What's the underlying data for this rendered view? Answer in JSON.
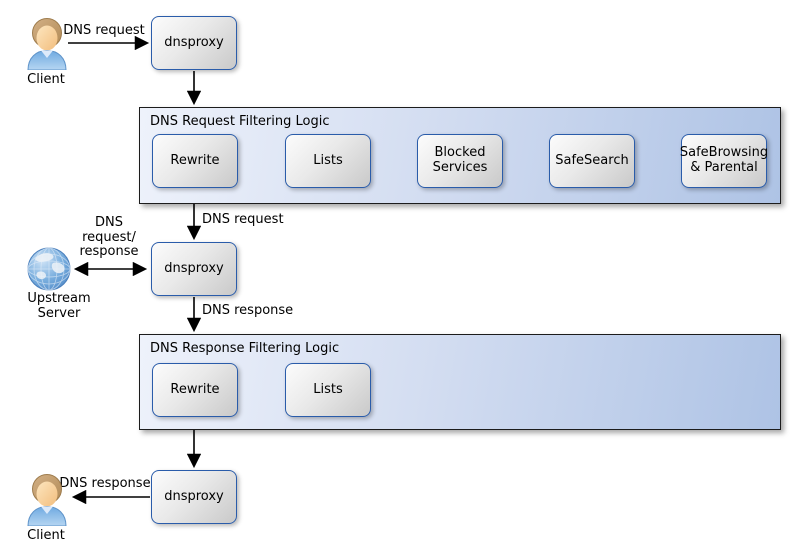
{
  "diagram": {
    "colors": {
      "background": "#ffffff",
      "panel_border": "#1c1c1c",
      "panel_fill_start": "#eef2fb",
      "panel_fill_end": "#aec3e5",
      "node_border": "#2a5caa",
      "node_fill_start": "#fcfcfc",
      "node_fill_end": "#c9c9c9",
      "arrow": "#000000",
      "text": "#000000",
      "globe_blue": "#5d97d4",
      "shirt_blue": "#7fb1e2",
      "hair_tan": "#c7a068"
    },
    "actors": {
      "client_top": {
        "label": "Client",
        "icon": "person-icon"
      },
      "upstream_server": {
        "label": "Upstream\nServer",
        "icon": "globe-icon"
      },
      "client_bottom": {
        "label": "Client",
        "icon": "person-icon"
      }
    },
    "proxies": {
      "dnsproxy1": {
        "label": "dnsproxy"
      },
      "dnsproxy2": {
        "label": "dnsproxy"
      },
      "dnsproxy3": {
        "label": "dnsproxy"
      }
    },
    "request_pipeline": {
      "title": "DNS Request Filtering Logic",
      "steps": [
        {
          "label": "Rewrite"
        },
        {
          "label": "Lists"
        },
        {
          "label": "Blocked\nServices"
        },
        {
          "label": "SafeSearch"
        },
        {
          "label": "SafeBrowsing\n& Parental"
        }
      ]
    },
    "response_pipeline": {
      "title": "DNS Response Filtering Logic",
      "steps": [
        {
          "label": "Rewrite"
        },
        {
          "label": "Lists"
        }
      ]
    },
    "edge_labels": {
      "client_to_dnsproxy1": "DNS request",
      "container1_to_dnsproxy2": "DNS request",
      "upstream_exchange": "DNS\nrequest/\nresponse",
      "dnsproxy2_to_container2": "DNS response",
      "dnsproxy3_to_client": "DNS response"
    }
  }
}
